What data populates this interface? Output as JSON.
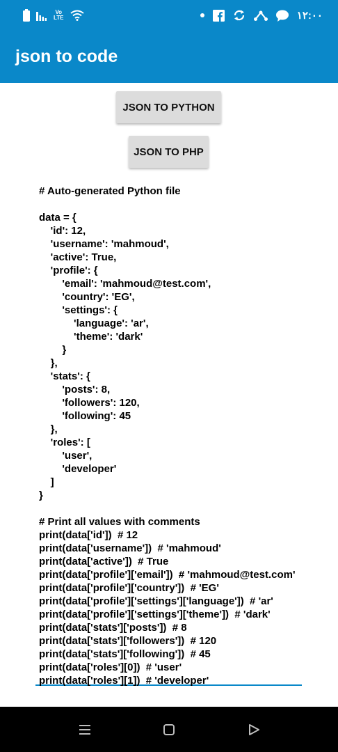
{
  "status_bar": {
    "volte_line1": "Vo",
    "volte_line2": "LTE",
    "time": "١٢:٠٠",
    "icons": [
      "battery-icon",
      "signal-icon",
      "volte-icon",
      "wifi-icon",
      "dot-icon",
      "facebook-icon",
      "sync-icon",
      "network-icon",
      "chat-icon"
    ]
  },
  "app_bar": {
    "title": "json to code"
  },
  "buttons": {
    "python_label": "JSON TO PYTHON",
    "php_label": "JSON TO PHP"
  },
  "output": {
    "code": "# Auto-generated Python file\n\ndata = {\n    'id': 12,\n    'username': 'mahmoud',\n    'active': True,\n    'profile': {\n        'email': 'mahmoud@test.com',\n        'country': 'EG',\n        'settings': {\n            'language': 'ar',\n            'theme': 'dark'\n        }\n    },\n    'stats': {\n        'posts': 8,\n        'followers': 120,\n        'following': 45\n    },\n    'roles': [\n        'user',\n        'developer'\n    ]\n}\n\n# Print all values with comments\nprint(data['id'])  # 12\nprint(data['username'])  # 'mahmoud'\nprint(data['active'])  # True\nprint(data['profile']['email'])  # 'mahmoud@test.com'\nprint(data['profile']['country'])  # 'EG'\nprint(data['profile']['settings']['language'])  # 'ar'\nprint(data['profile']['settings']['theme'])  # 'dark'\nprint(data['stats']['posts'])  # 8\nprint(data['stats']['followers'])  # 120\nprint(data['stats']['following'])  # 45\nprint(data['roles'][0])  # 'user'\nprint(data['roles'][1])  # 'developer'"
  },
  "nav_bar": {
    "icons": [
      "menu-icon",
      "home-icon",
      "back-icon"
    ]
  },
  "colors": {
    "primary": "#0a88c9",
    "button_bg": "#dcdcdc",
    "nav_bg": "#000000"
  }
}
